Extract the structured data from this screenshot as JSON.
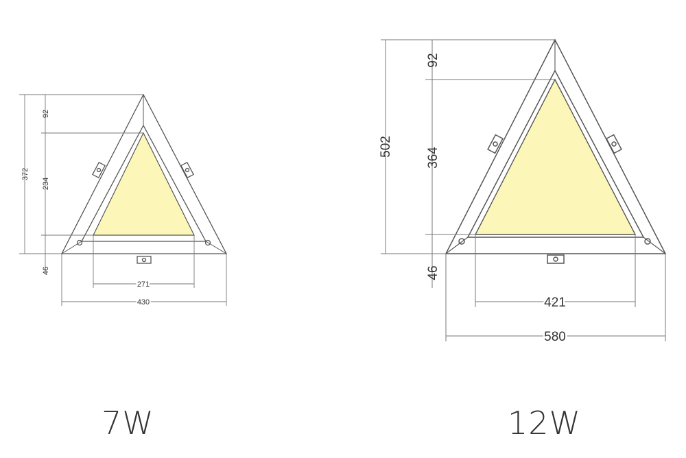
{
  "colors": {
    "panel_fill": "#fcf7b8",
    "line": "#555555",
    "dim_line": "#777777",
    "background": "#ffffff"
  },
  "panels": [
    {
      "id": "7w",
      "label": "7W",
      "dims": {
        "total_height": "372",
        "top_offset": "92",
        "inner_height": "234",
        "bottom_offset": "46",
        "inner_width": "271",
        "total_width": "430"
      }
    },
    {
      "id": "12w",
      "label": "12W",
      "dims": {
        "total_height": "502",
        "top_offset": "92",
        "inner_height": "364",
        "bottom_offset": "46",
        "inner_width": "421",
        "total_width": "580"
      }
    }
  ]
}
